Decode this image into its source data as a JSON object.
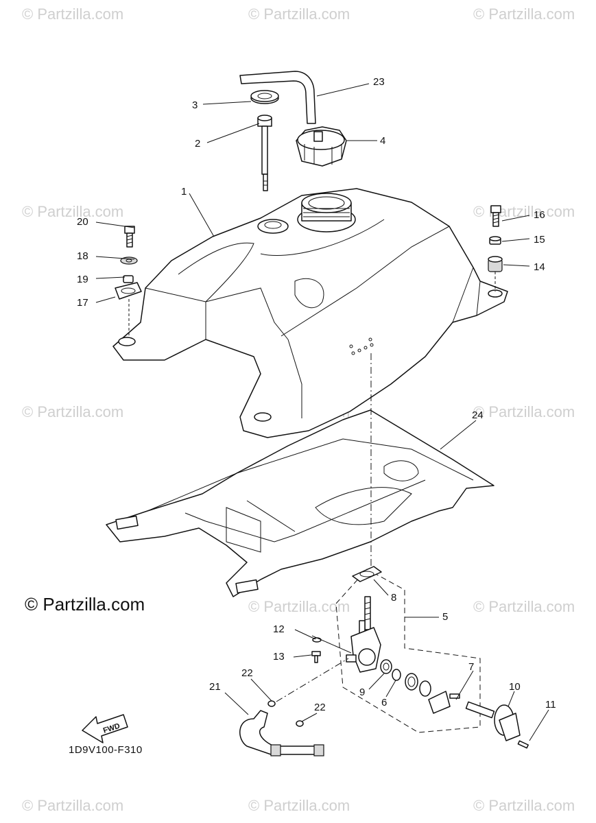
{
  "diagram": {
    "watermark_text": "© Partzilla.com",
    "copyright_text": "© Partzilla.com",
    "drawing_code": "1D9V100-F310",
    "fwd_label": "FWD",
    "callouts": [
      "1",
      "2",
      "3",
      "4",
      "5",
      "6",
      "7",
      "8",
      "9",
      "10",
      "11",
      "12",
      "13",
      "14",
      "15",
      "16",
      "17",
      "18",
      "19",
      "20",
      "21",
      "22",
      "22",
      "23",
      "24"
    ]
  }
}
